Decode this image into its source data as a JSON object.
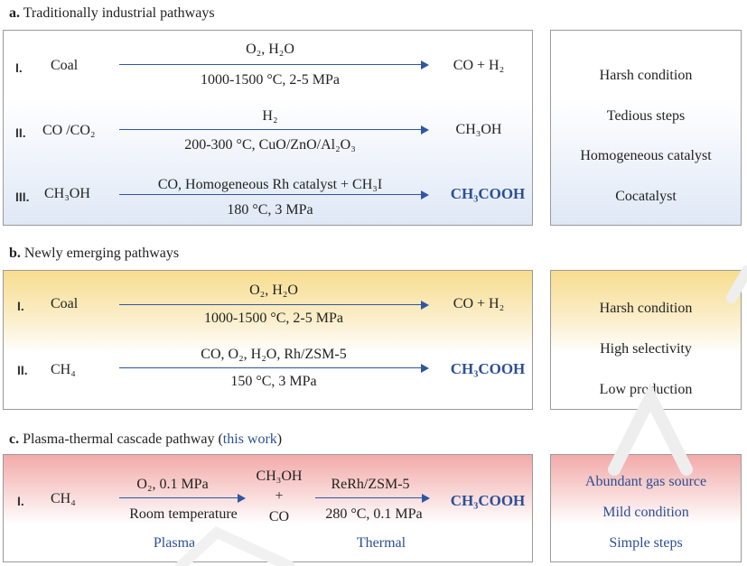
{
  "a": {
    "label": "a.",
    "title": "Traditionally industrial pathways",
    "rows": [
      {
        "num": "I.",
        "reactant": "Coal",
        "cond_top": "O₂, H₂O",
        "cond_bottom": "1000-1500 °C, 2-5 MPa",
        "product": "CO + H₂"
      },
      {
        "num": "II.",
        "reactant": "CO /CO₂",
        "cond_top": "H₂",
        "cond_bottom": "200-300 °C, CuO/ZnO/Al₂O₃",
        "product": "CH₃OH"
      },
      {
        "num": "III.",
        "reactant": "CH₃OH",
        "cond_top": "CO, Homogeneous Rh catalyst + CH₃I",
        "cond_bottom": "180 °C, 3 MPa",
        "product": "CH₃COOH"
      }
    ],
    "features": [
      "Harsh condition",
      "Tedious steps",
      "Homogeneous catalyst",
      "Cocatalyst"
    ]
  },
  "b": {
    "label": "b.",
    "title": "Newly emerging pathways",
    "rows": [
      {
        "num": "I.",
        "reactant": "Coal",
        "cond_top": "O₂, H₂O",
        "cond_bottom": "1000-1500 °C, 2-5 MPa",
        "product": "CO + H₂"
      },
      {
        "num": "II.",
        "reactant": "CH₄",
        "cond_top": "CO, O₂, H₂O, Rh/ZSM-5",
        "cond_bottom": "150 °C, 3 MPa",
        "product": "CH₃COOH"
      }
    ],
    "features": [
      "Harsh condition",
      "High selectivity",
      "Low production"
    ]
  },
  "c": {
    "label": "c.",
    "title": "Plasma-thermal cascade pathway (",
    "title_highlight": "this work",
    "title_end": ")",
    "row": {
      "num": "I.",
      "reactant": "CH₄",
      "step1_top": "O₂, 0.1 MPa",
      "step1_bottom": "Room temperature",
      "step1_label": "Plasma",
      "intermediate_top": "CH₃OH",
      "intermediate_plus": "+",
      "intermediate_bottom": "CO",
      "step2_top": "ReRh/ZSM-5",
      "step2_bottom": "280 °C, 0.1 MPa",
      "step2_label": "Thermal",
      "product": "CH₃COOH"
    },
    "features": [
      "Abundant gas source",
      "Mild condition",
      "Simple steps"
    ]
  },
  "colors": {
    "accent_blue": "#2b4f96",
    "arrow": "#2f55a4",
    "panel_border": "#9a9a9a",
    "panel_a_bottom": "#dfe8f6",
    "panel_b_top": "#f7dd8f",
    "panel_c_top": "#f2aaa9"
  }
}
